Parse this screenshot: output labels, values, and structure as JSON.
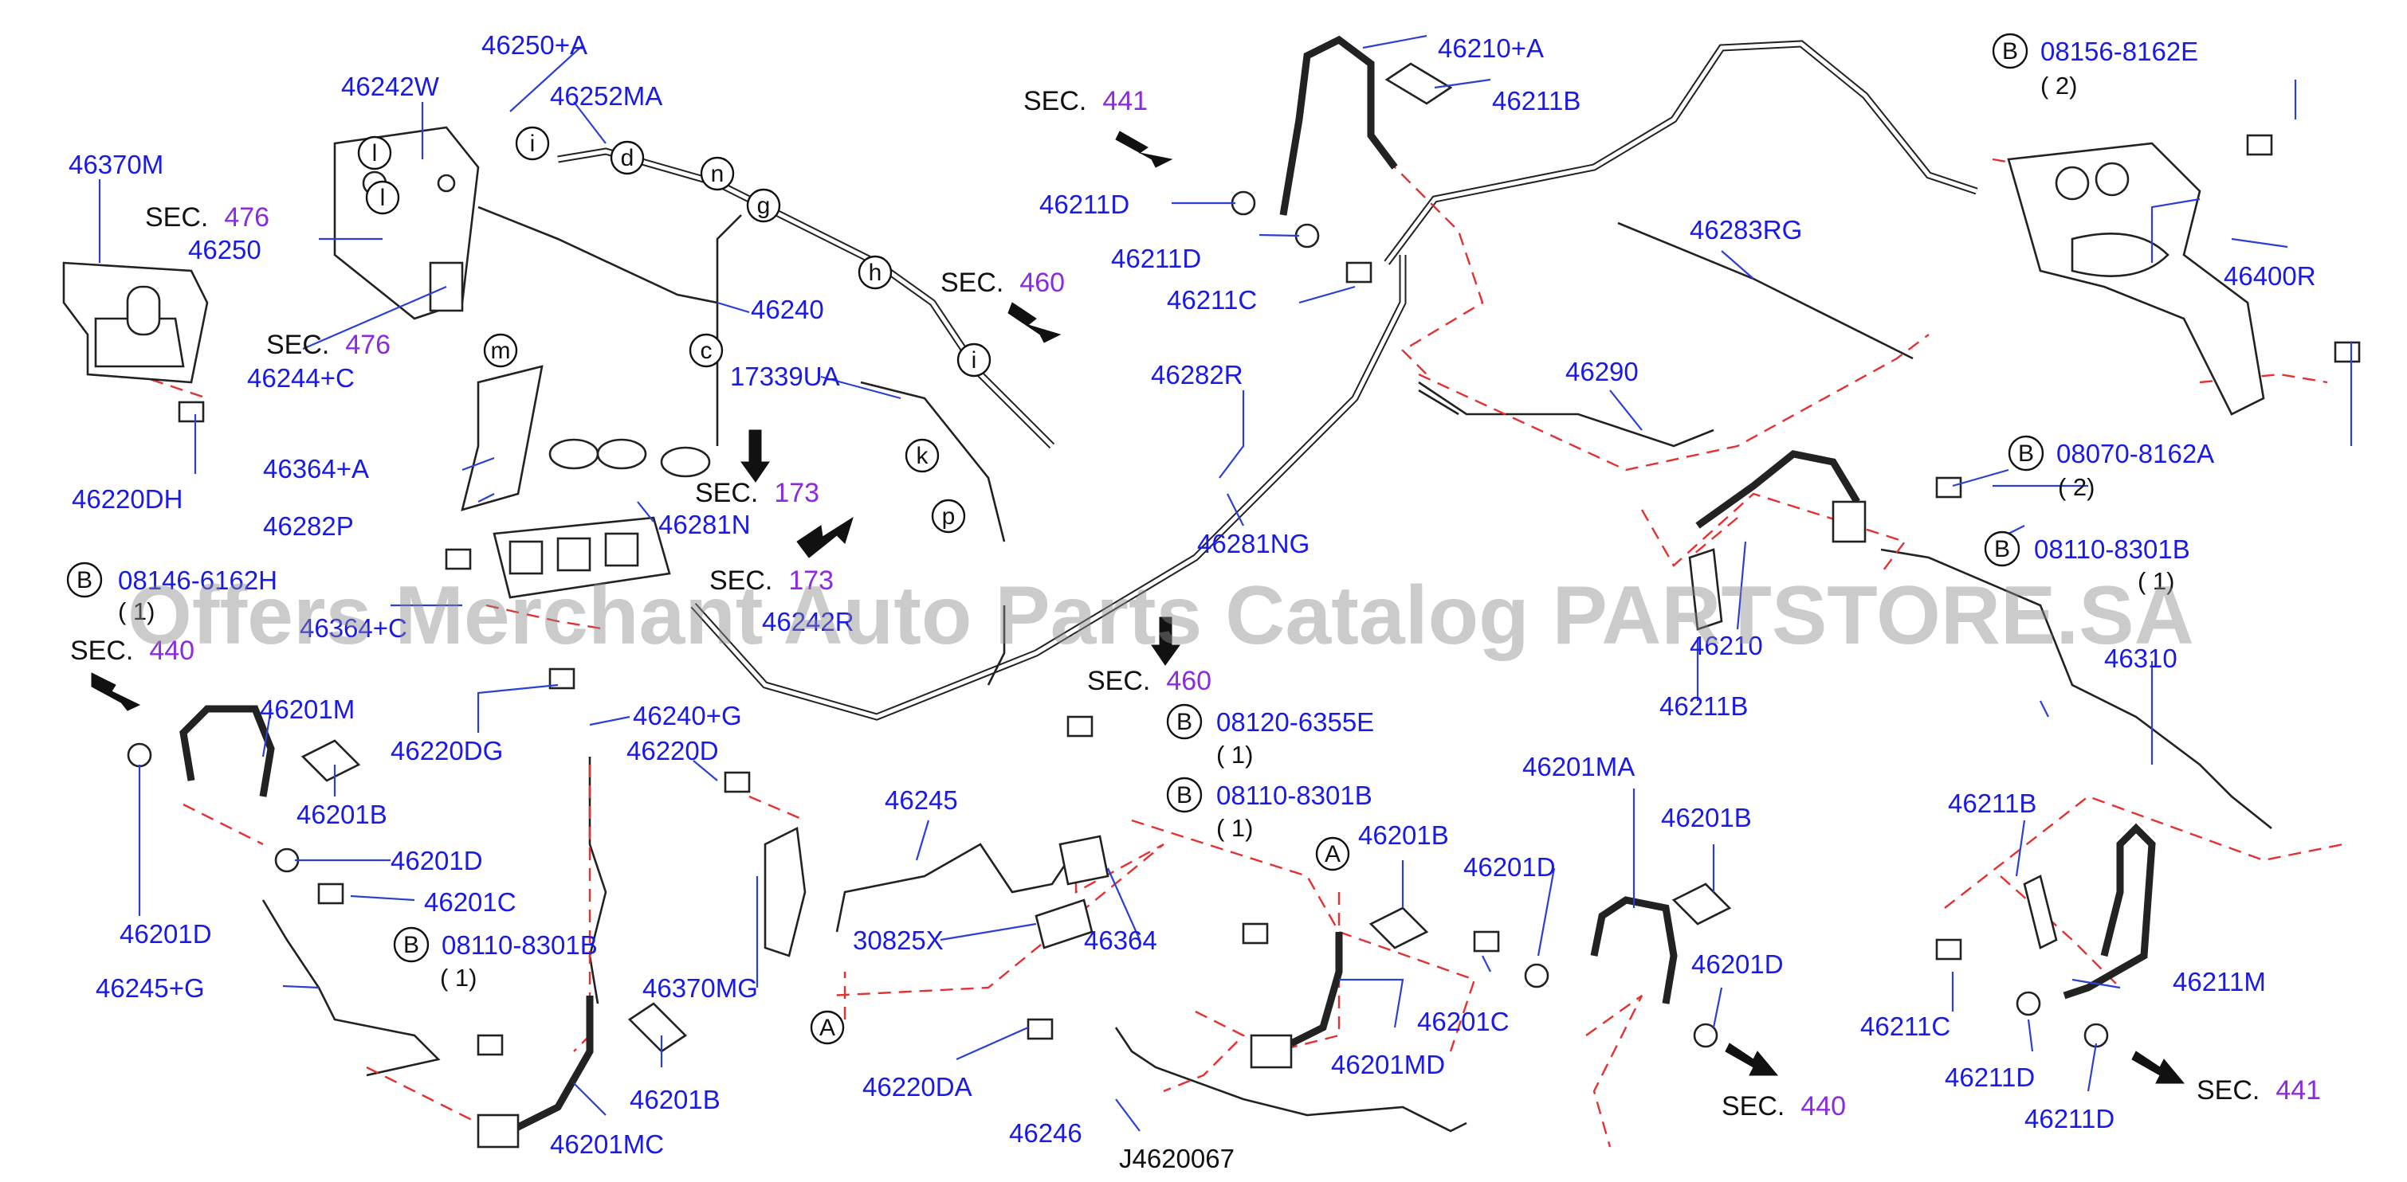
{
  "diagram_code": "J4620067",
  "watermark": "Offers Merchant Auto Parts Catalog PARTSTORE.SA",
  "bolt_prefix": "B",
  "part_labels": [
    "46250+A",
    "46242W",
    "46252MA",
    "46370M",
    "46250",
    "46244+C",
    "46220DH",
    "46364+A",
    "46282P",
    "46281N",
    "46240",
    "17339UA",
    "46240+G",
    "46220D",
    "46220DG",
    "46201M",
    "46201B",
    "46201D",
    "46201C",
    "46201D",
    "46245+G",
    "46370MG",
    "46201B",
    "46201MC",
    "46245",
    "30825X",
    "46364",
    "46220DA",
    "46246",
    "46201B",
    "46201MD",
    "46201MA",
    "46201B",
    "46201D",
    "46201C",
    "46201D",
    "46282R",
    "46281NG",
    "46210+A",
    "46211B",
    "46211D",
    "46211D",
    "46211C",
    "46283RG",
    "46290",
    "46210",
    "46211B",
    "46400R",
    "46310",
    "46211B",
    "46211M",
    "46211C",
    "46211D",
    "46211D",
    "46364+C",
    "46242R"
  ],
  "bolt_labels": [
    {
      "code": "08156-8162E",
      "qty": "( 2)"
    },
    {
      "code": "08070-8162A",
      "qty": "( 2)"
    },
    {
      "code": "08110-8301B",
      "qty": "( 1)"
    },
    {
      "code": "08146-6162H",
      "qty": "( 1)"
    },
    {
      "code": "08110-8301B",
      "qty": "( 1)"
    },
    {
      "code": "08120-6355E",
      "qty": "( 1)"
    },
    {
      "code": "08110-8301B",
      "qty": "( 1)"
    }
  ],
  "section_refs": [
    {
      "prefix": "SEC.",
      "number": "441"
    },
    {
      "prefix": "SEC.",
      "number": "476"
    },
    {
      "prefix": "SEC.",
      "number": "476"
    },
    {
      "prefix": "SEC.",
      "number": "460"
    },
    {
      "prefix": "SEC.",
      "number": "173"
    },
    {
      "prefix": "SEC.",
      "number": "173"
    },
    {
      "prefix": "SEC.",
      "number": "440"
    },
    {
      "prefix": "SEC.",
      "number": "460"
    },
    {
      "prefix": "SEC.",
      "number": "440"
    },
    {
      "prefix": "SEC.",
      "number": "441"
    }
  ],
  "callout_letters": [
    "l",
    "l",
    "i",
    "d",
    "n",
    "g",
    "h",
    "m",
    "c",
    "i",
    "k",
    "p",
    "A",
    "A"
  ]
}
